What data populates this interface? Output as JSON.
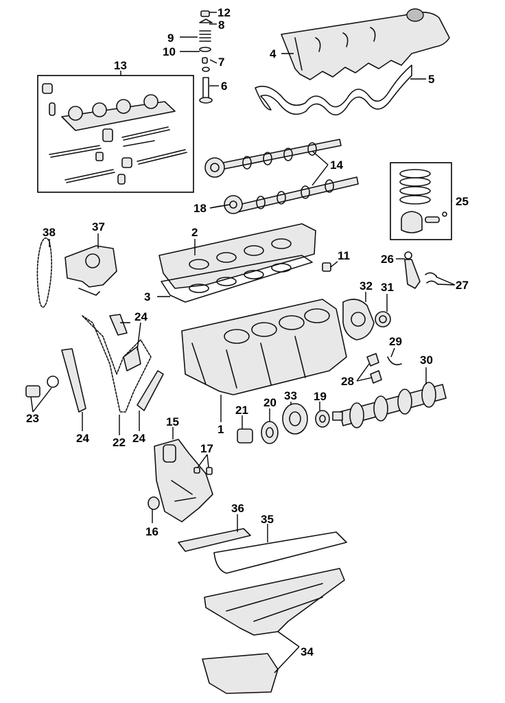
{
  "callouts": {
    "c1": "1",
    "c2": "2",
    "c3": "3",
    "c4": "4",
    "c5": "5",
    "c6": "6",
    "c7": "7",
    "c8": "8",
    "c9": "9",
    "c10": "10",
    "c11": "11",
    "c12": "12",
    "c13": "13",
    "c14": "14",
    "c15": "15",
    "c16": "16",
    "c17": "17",
    "c18": "18",
    "c19": "19",
    "c20": "20",
    "c21": "21",
    "c22": "22",
    "c23": "23",
    "c24a": "24",
    "c24b": "24",
    "c24c": "24",
    "c25": "25",
    "c26": "26",
    "c27": "27",
    "c28": "28",
    "c29": "29",
    "c30": "30",
    "c31": "31",
    "c32": "32",
    "c33": "33",
    "c34": "34",
    "c35": "35",
    "c36": "36",
    "c37": "37",
    "c38": "38"
  },
  "colors": {
    "ink": "#111111",
    "fill": "#e8e8e8",
    "background": "#ffffff"
  }
}
